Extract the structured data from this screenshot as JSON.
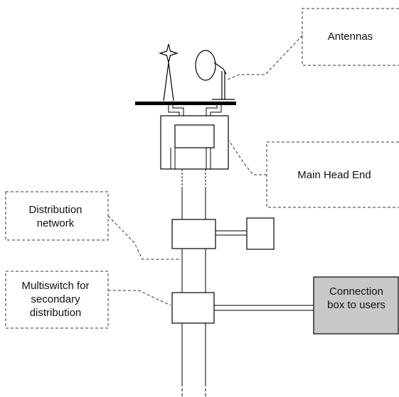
{
  "labels": {
    "antennas": "Antennas",
    "main_head_end": "Main Head End",
    "distribution_network": "Distribution network",
    "multiswitch": "Multiswitch for secondary distribution",
    "connection_box": "Connection box to users"
  },
  "colors": {
    "stroke": "#000000",
    "dashed_box": "#333333",
    "connection_box_fill": "#c8c8c8",
    "background": "#ffffff"
  }
}
